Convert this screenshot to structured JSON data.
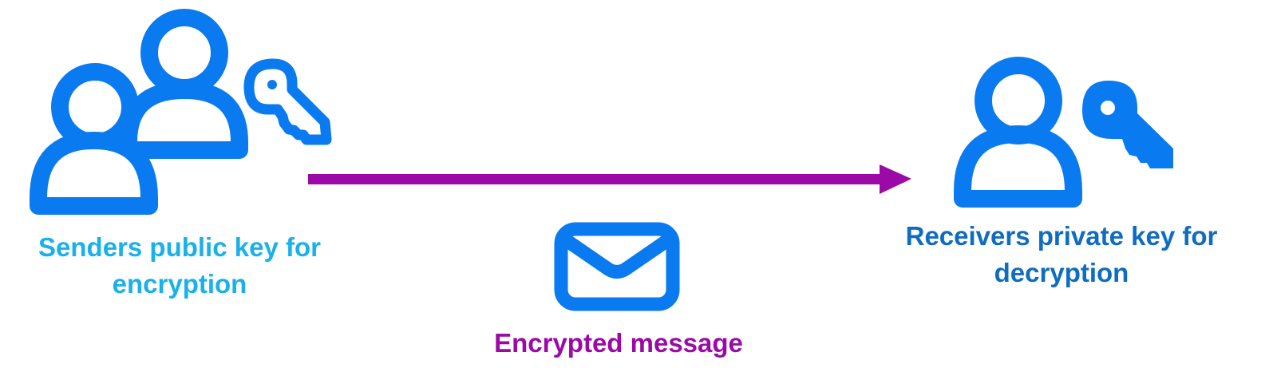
{
  "sender": {
    "caption_line1": "Senders public key for",
    "caption_line2": "encryption",
    "people_icon": "users-icon",
    "key_icon": "key-outline-icon"
  },
  "receiver": {
    "caption_line1": "Receivers private key for",
    "caption_line2": "decryption",
    "person_icon": "user-icon",
    "key_icon": "key-filled-icon"
  },
  "transfer": {
    "caption": "Encrypted message",
    "arrow_icon": "arrow-right-icon",
    "envelope_icon": "envelope-icon"
  },
  "colors": {
    "icon_blue": "#0A7AF0",
    "sender_text": "#1AB0EA",
    "receiver_text": "#0F6CC0",
    "arrow_purple": "#9B0AA6"
  }
}
